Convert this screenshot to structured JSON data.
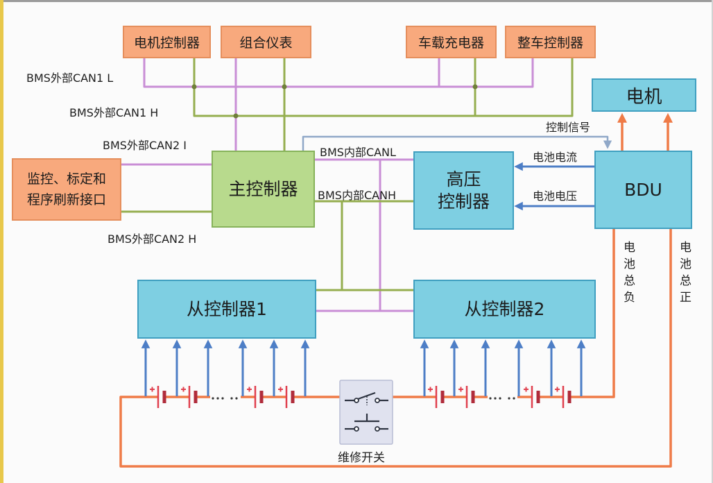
{
  "diagram": {
    "top_boxes": {
      "motor_controller": "电机控制器",
      "instrument_cluster": "组合仪表",
      "onboard_charger": "车载充电器",
      "vehicle_controller": "整车控制器"
    },
    "motor": "电机",
    "interface": {
      "line1": "监控、标定和",
      "line2": "程序刷新接口"
    },
    "master_controller": "主控制器",
    "hv_controller": {
      "line1": "高压",
      "line2": "控制器"
    },
    "bdu": "BDU",
    "slave_controller_1": "从控制器1",
    "slave_controller_2": "从控制器2",
    "service_switch": "维修开关",
    "bus_labels": {
      "external_can1_l": "BMS外部CAN1 L",
      "external_can1_h": "BMS外部CAN1 H",
      "external_can2_l": "BMS外部CAN2 I",
      "external_can2_h": "BMS外部CAN2 H",
      "internal_can_l": "BMS内部CANL",
      "internal_can_h": "BMS内部CANH"
    },
    "signal_labels": {
      "control_signal": "控制信号",
      "battery_current": "电池电流",
      "battery_voltage": "电池电压",
      "battery_negative": "电池总负",
      "battery_positive": "电池总正"
    }
  },
  "colors": {
    "orange_box": "#f8a97d",
    "orange_border": "#e58e5c",
    "cyan_box": "#7ecfe2",
    "cyan_border": "#3f9fc0",
    "green_box": "#b8da8d",
    "green_border": "#86b25a",
    "can_low": "#c98ed6",
    "can_high": "#95ae4f",
    "power": "#ef7b47",
    "signal": "#4d7ec6",
    "control": "#90a8c8",
    "battery_plate": "#e0404e",
    "switch_box": "#e0e2ef"
  }
}
